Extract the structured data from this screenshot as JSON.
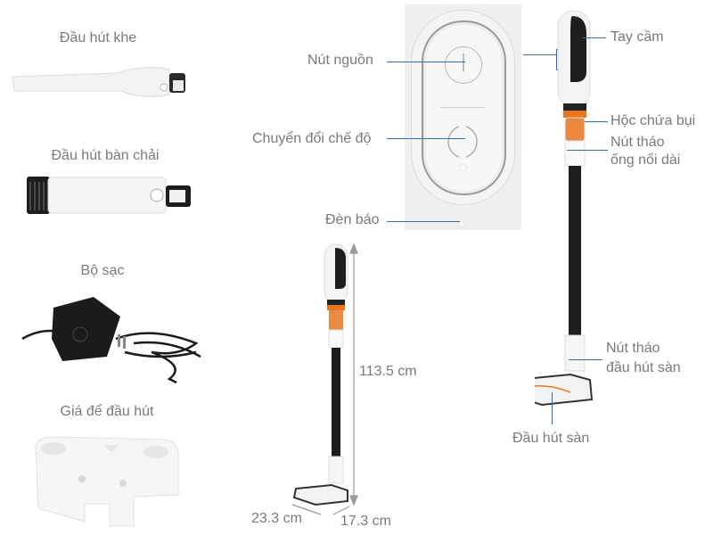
{
  "accessories": [
    {
      "label": "Đầu hút khe",
      "icon": "crevice-nozzle-image"
    },
    {
      "label": "Đầu hút bàn chải",
      "icon": "brush-nozzle-image"
    },
    {
      "label": "Bộ sạc",
      "icon": "charger-image"
    },
    {
      "label": "Giá để đầu hút",
      "icon": "nozzle-holder-image"
    }
  ],
  "control_panel": {
    "power_button_label": "Nút nguồn",
    "mode_button_label": "Chuyển đổi chế độ",
    "indicator_label": "Đèn báo"
  },
  "product_callouts": {
    "handle": "Tay cầm",
    "dust_bin": "Hộc chứa bụi",
    "tube_release_line1": "Nút tháo",
    "tube_release_line2": "ống nối dài",
    "floor_head_release_line1": "Nút tháo",
    "floor_head_release_line2": "đầu hút sàn",
    "floor_head": "Đầu hút sàn"
  },
  "dimensions": {
    "height": "113.5 cm",
    "length": "23.3 cm",
    "width": "17.3 cm"
  },
  "colors": {
    "callout_line": "#2b6fb8",
    "label_text": "#7a7a7a",
    "accent_orange": "#e8761e",
    "body_black": "#1e1e1e"
  }
}
